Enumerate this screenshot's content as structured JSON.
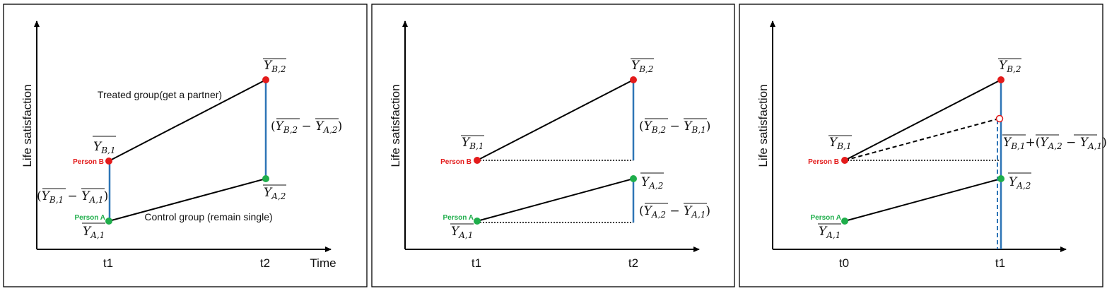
{
  "colors": {
    "person_b": "#e31b1b",
    "person_a": "#1fae4b",
    "blue_line": "#2e75b6",
    "axis": "#000000",
    "frame": "#000000"
  },
  "common": {
    "y_axis_label": "Life satisfaction",
    "person_b": "Person B",
    "person_a": "Person A"
  },
  "panels": [
    {
      "t_left": "t1",
      "t_right": "t2",
      "x_axis_label": "Time",
      "treated_label": "Treated group(get a partner)",
      "control_label": "Control group (remain single)"
    },
    {
      "t_left": "t1",
      "t_right": "t2"
    },
    {
      "t_left": "t0",
      "t_right": "t1"
    }
  ]
}
